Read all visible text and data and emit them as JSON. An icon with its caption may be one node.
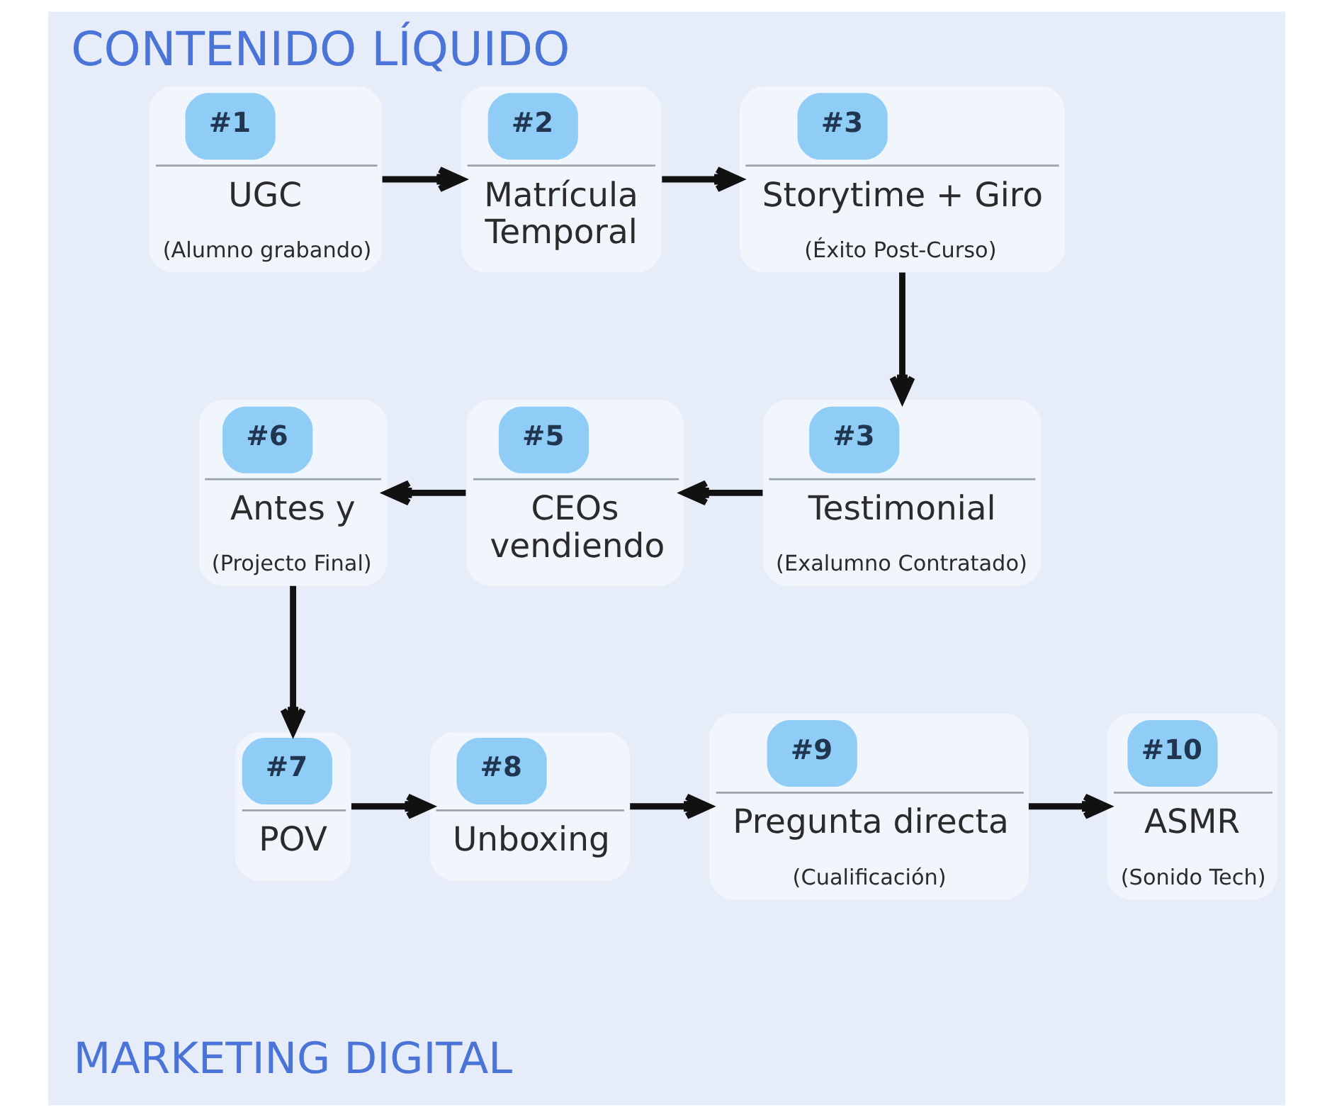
{
  "diagram": {
    "title": "CONTENIDO LÍQUIDO",
    "caption": "MARKETING DIGITAL",
    "nodes": [
      {
        "text": [
          "#1",
          "UGC",
          "(Alumno grabando)"
        ]
      },
      {
        "text": [
          "#2",
          "Matrícula Temporal"
        ]
      },
      {
        "text": [
          "#3",
          "Storytime + Giro",
          "(Éxito Post-Curso)"
        ]
      },
      {
        "text": [
          "#3",
          "Testimonial",
          "(Exalumno Contratado)"
        ]
      },
      {
        "text": [
          "#5",
          "CEOs vendiendo"
        ]
      },
      {
        "text": [
          "#6",
          "Antes y",
          "(Projecto Final)"
        ]
      },
      {
        "text": [
          "#7",
          "POV"
        ]
      },
      {
        "text": [
          "#8",
          "Unboxing"
        ]
      },
      {
        "text": [
          "#9",
          "Pregunta directa",
          "(Cualificación)"
        ]
      },
      {
        "text": [
          "#10",
          "ASMR",
          "(Sonido Tech)"
        ]
      }
    ],
    "edges": [
      {
        "from": 0,
        "to": 1,
        "arrow": "to"
      },
      {
        "from": 1,
        "to": 2,
        "arrow": "to"
      },
      {
        "from": 2,
        "to": 3,
        "arrow": "to"
      },
      {
        "from": 3,
        "to": 4,
        "arrow": "to"
      },
      {
        "from": 4,
        "to": 5,
        "arrow": "to"
      },
      {
        "from": 5,
        "to": 6,
        "arrow": "to"
      },
      {
        "from": 6,
        "to": 7,
        "arrow": "to"
      },
      {
        "from": 7,
        "to": 8,
        "arrow": "to"
      },
      {
        "from": 8,
        "to": 9,
        "arrow": "to"
      }
    ]
  }
}
